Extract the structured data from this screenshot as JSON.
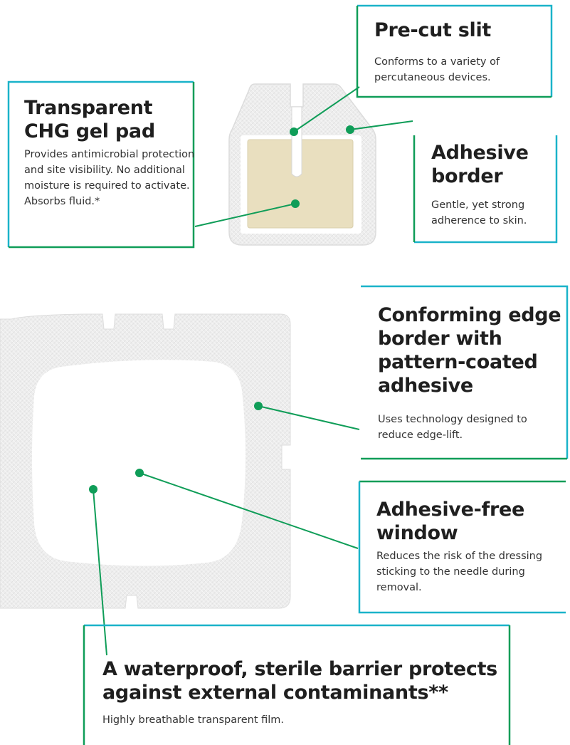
{
  "colors": {
    "accent_teal": "#1ab3c9",
    "accent_green": "#0f9d58",
    "dressing_white": "#f2f2f2",
    "gel_pad": "#e9dfbf"
  },
  "callouts": {
    "slit": {
      "title": "Pre-cut slit",
      "text": "Conforms to a variety of percutaneous devices."
    },
    "gel_pad": {
      "title": "Transparent CHG gel pad",
      "text": "Provides antimicrobial protection and site visibility. No additional moisture is required to activate. Absorbs fluid.*"
    },
    "adhesive_border": {
      "title": "Adhesive border",
      "text": "Gentle, yet strong adherence to skin."
    },
    "edge_border": {
      "title": "Conforming edge border with pattern-coated adhesive",
      "text": "Uses technology designed to reduce edge-lift."
    },
    "window": {
      "title": "Adhesive-free window",
      "text": "Reduces the risk of the dressing sticking to the needle during removal."
    },
    "barrier": {
      "title": "A waterproof, sterile barrier protects against external contaminants**",
      "text": "Highly breathable transparent film."
    }
  }
}
